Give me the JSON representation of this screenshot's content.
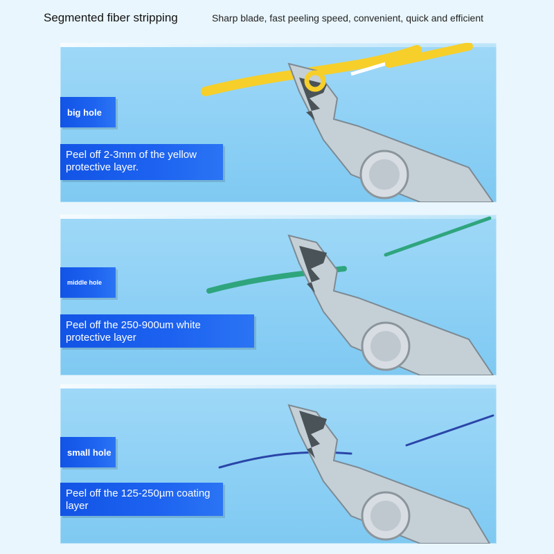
{
  "header": {
    "title": "Segmented fiber stripping",
    "tagline": "Sharp blade, fast peeling speed, convenient, quick and efficient"
  },
  "panels": [
    {
      "hole": "big hole",
      "description": "Peel off 2-3mm of the yellow protective layer.",
      "fiber_color": "#f7cf2a"
    },
    {
      "hole": "middle hole",
      "description": "Peel off the 250-900um white protective layer",
      "fiber_color": "#2fa57e"
    },
    {
      "hole": "small hole",
      "description": "Peel off the 125-250µm coating layer",
      "fiber_color": "#2a45a8"
    }
  ],
  "colors": {
    "label_blue": "#1d63f0",
    "panel_blue": "#8dd0f5"
  }
}
